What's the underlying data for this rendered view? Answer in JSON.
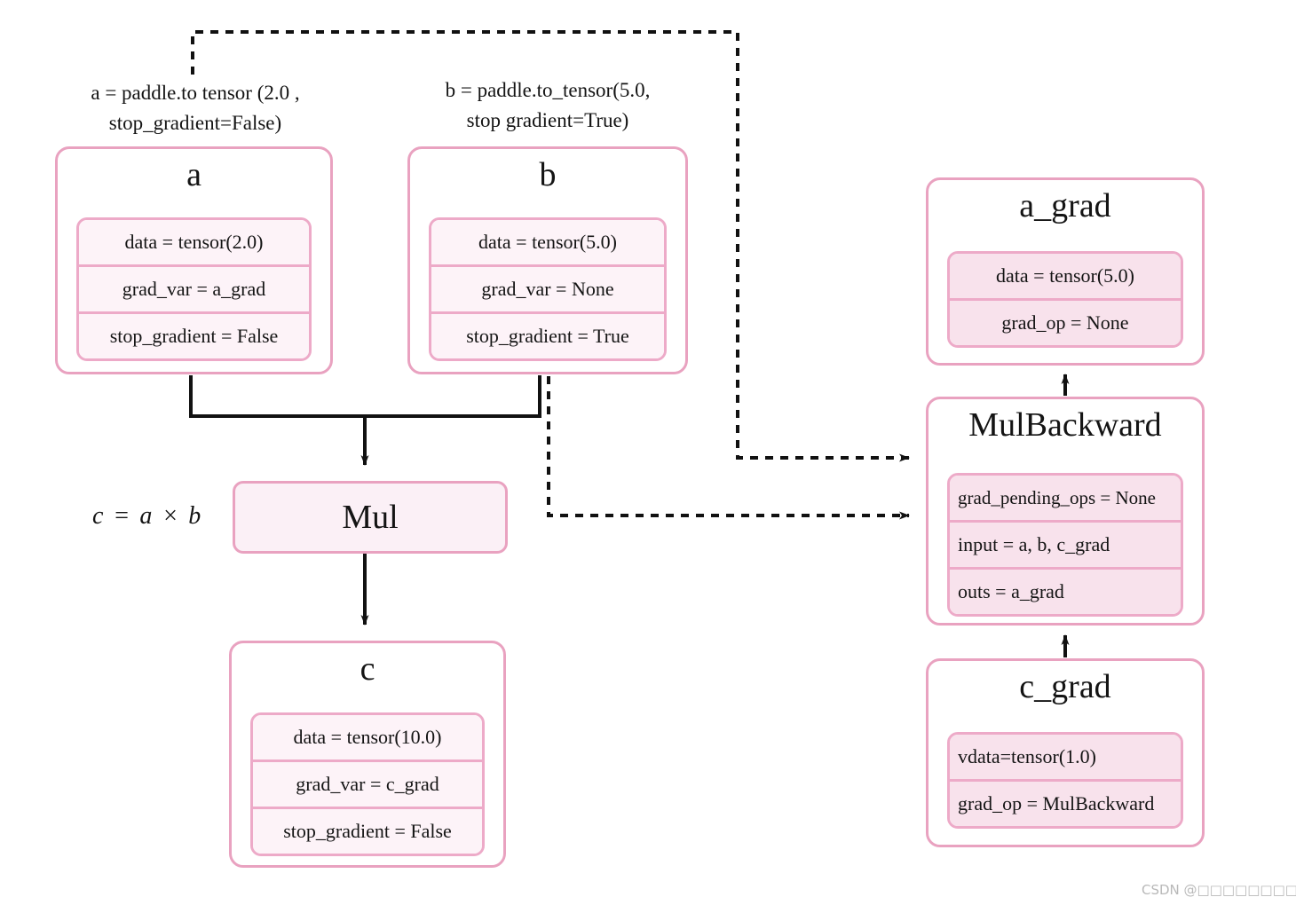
{
  "colors": {
    "box_border": "#e9a2c0",
    "row_border": "#edaac8",
    "row_fill_light": "#fdf3f8",
    "row_fill_pink": "#f8e2ec",
    "mul_fill": "#fbf0f6",
    "line": "#111111",
    "watermark": "#b9b9b9"
  },
  "annotations": {
    "a_label_line1": "a = paddle.to tensor  (2.0 ,",
    "a_label_line2": "stop_gradient=False)",
    "b_label_line1": "b = paddle.to_tensor(5.0,",
    "b_label_line2": "stop gradient=True)",
    "formula": "c = a × b"
  },
  "nodes": {
    "a": {
      "title": "a",
      "rows": [
        "data = tensor(2.0)",
        "grad_var = a_grad",
        "stop_gradient = False"
      ]
    },
    "b": {
      "title": "b",
      "rows": [
        "data = tensor(5.0)",
        "grad_var = None",
        "stop_gradient = True"
      ]
    },
    "mul": {
      "title": "Mul"
    },
    "c": {
      "title": "c",
      "rows": [
        "data = tensor(10.0)",
        "grad_var = c_grad",
        "stop_gradient = False"
      ]
    },
    "a_grad": {
      "title": "a_grad",
      "rows": [
        "data = tensor(5.0)",
        "grad_op = None"
      ]
    },
    "mul_backward": {
      "title": "MulBackward",
      "rows": [
        "grad_pending_ops = None",
        "input = a, b, c_grad",
        "outs = a_grad"
      ]
    },
    "c_grad": {
      "title": "c_grad",
      "rows": [
        "vdata=tensor(1.0)",
        "grad_op = MulBackward"
      ]
    }
  },
  "watermark": "CSDN @□□□□□□□□ □ □□"
}
